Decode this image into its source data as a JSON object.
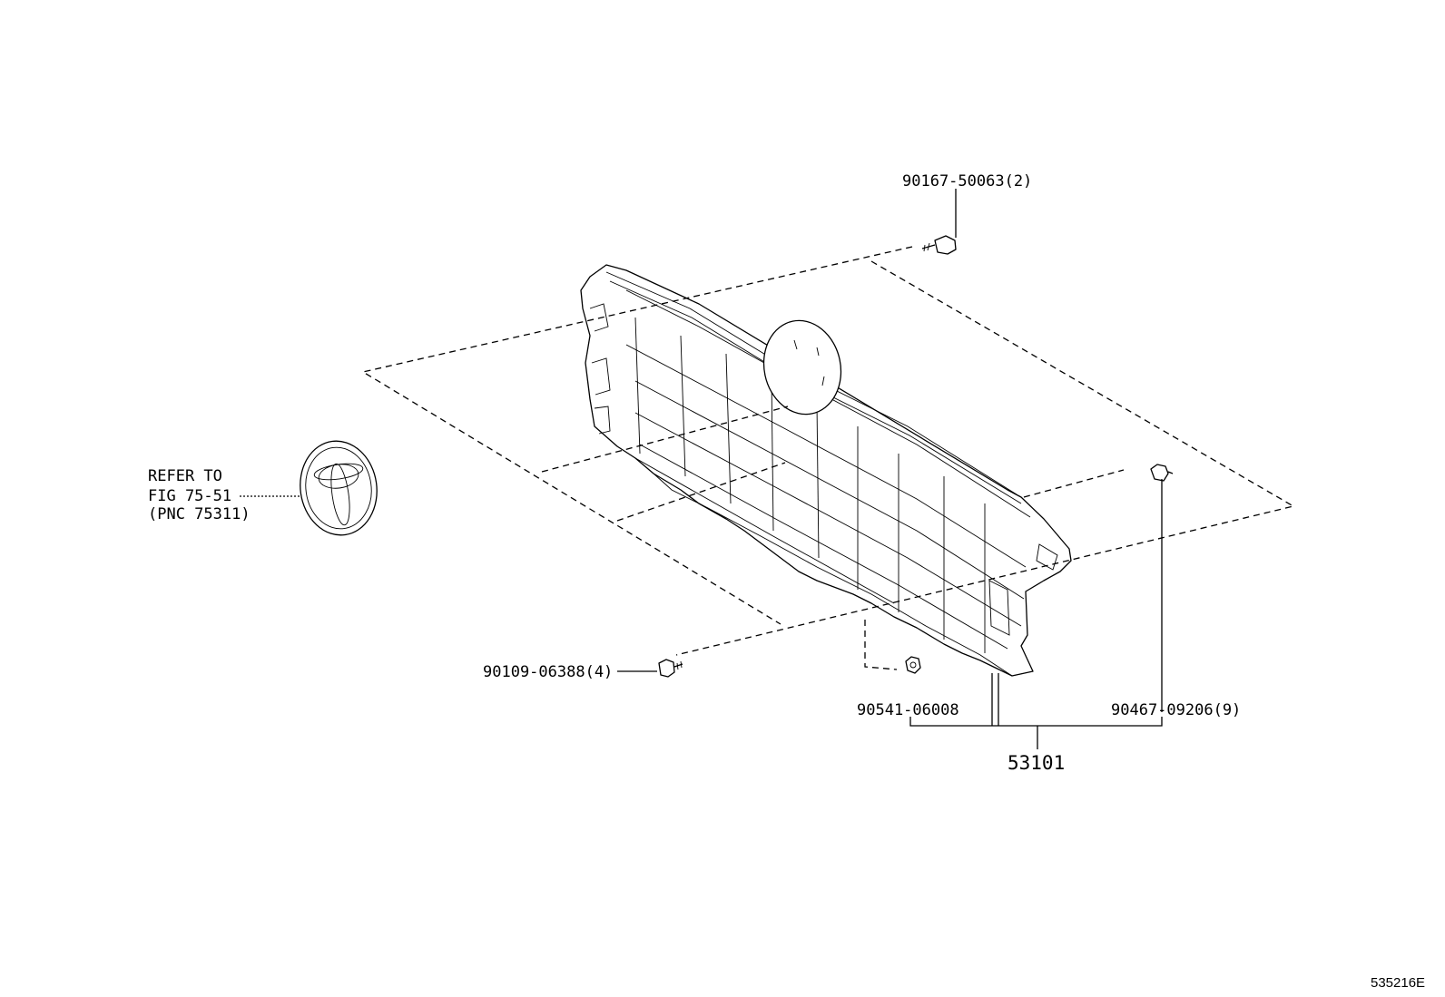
{
  "diagram_id": "535216E",
  "callouts": {
    "screw_top": "90167-50063(2)",
    "bolt_left": "90109-06388(4)",
    "nut_bottom": "90541-06008",
    "clip_right": "90467-09206(9)",
    "assembly": "53101"
  },
  "reference": {
    "line1": "REFER TO",
    "line2": "FIG 75-51",
    "line3": "(PNC 75311)"
  },
  "icons": {
    "emblem": "toyota-emblem-icon"
  }
}
